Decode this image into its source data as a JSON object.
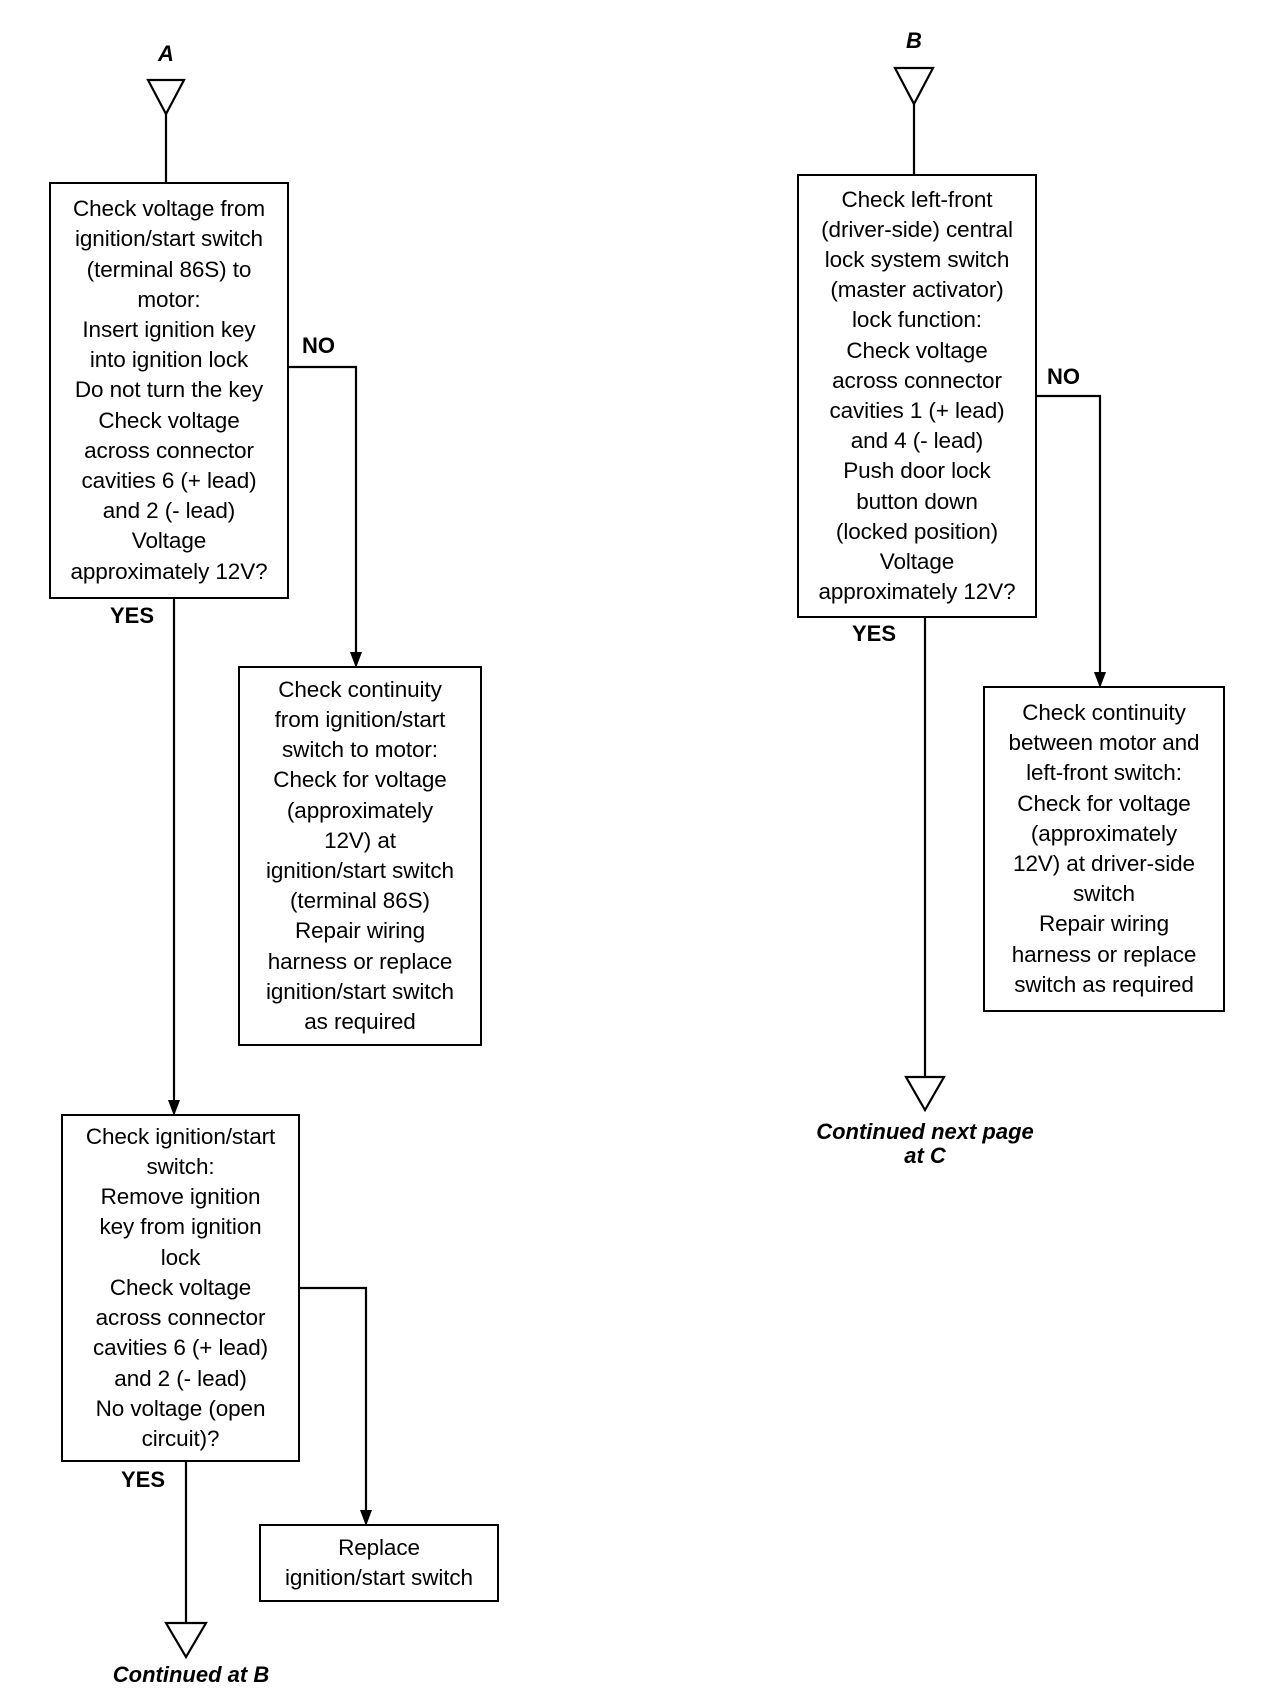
{
  "connectors": {
    "a": "A",
    "b": "B",
    "continued_at_b": "Continued at B",
    "continued_next_page": "Continued next page\nat C"
  },
  "boxes": {
    "a1": "Check voltage from\nignition/start switch\n(terminal 86S) to\nmotor:\nInsert ignition key\ninto ignition lock\nDo not turn the key\nCheck voltage\nacross connector\ncavities 6 (+ lead)\nand 2 (- lead)\nVoltage\napproximately 12V?",
    "a1_no": "Check continuity\nfrom ignition/start\nswitch to motor:\nCheck for voltage\n(approximately\n12V) at\nignition/start switch\n(terminal 86S)\nRepair wiring\nharness or replace\nignition/start switch\nas required",
    "a2": "Check ignition/start\nswitch:\nRemove ignition\nkey from ignition\nlock\nCheck voltage\nacross connector\ncavities 6 (+ lead)\nand 2 (- lead)\nNo voltage (open\ncircuit)?",
    "a2_no": "Replace\nignition/start switch",
    "b1": "Check left-front\n(driver-side) central\nlock system switch\n(master activator)\nlock function:\nCheck voltage\nacross connector\ncavities 1 (+ lead)\nand 4 (- lead)\nPush door lock\nbutton down\n(locked position)\nVoltage\napproximately 12V?",
    "b1_no": "Check continuity\nbetween motor and\nleft-front switch:\nCheck for voltage\n(approximately\n12V) at driver-side\nswitch\nRepair wiring\nharness or replace\nswitch as required"
  },
  "labels": {
    "no": "NO",
    "yes": "YES"
  }
}
